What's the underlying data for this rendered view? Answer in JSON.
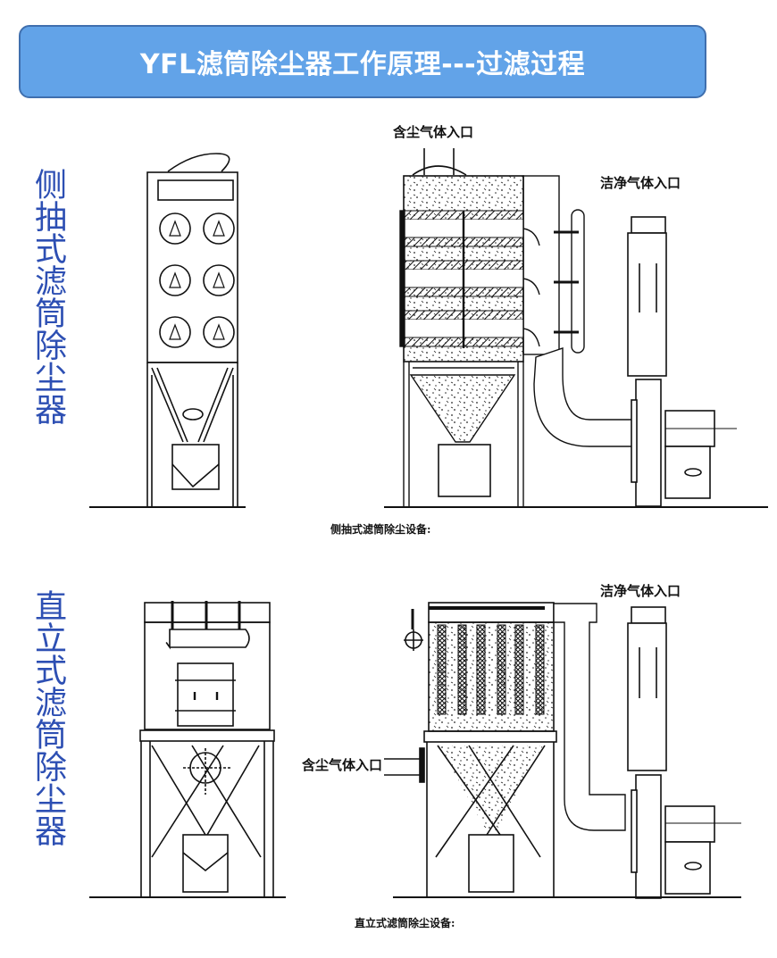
{
  "header": {
    "title": "YFL滤筒除尘器工作原理---过滤过程",
    "colors": {
      "banner_fill": "#62a3e8",
      "banner_border": "#3f6fae",
      "title_text": "#ffffff",
      "side_label": "#2d4fb3"
    }
  },
  "sections": [
    {
      "id": "side-draw",
      "side_label": "侧抽式滤筒除尘器",
      "caption": "侧抽式滤筒除尘设备:",
      "annotations": {
        "dusty_gas_inlet": "含尘气体入口",
        "clean_gas_inlet": "洁净气体入口"
      }
    },
    {
      "id": "vertical",
      "side_label": "直立式滤筒除尘器",
      "caption": "直立式滤筒除尘设备:",
      "annotations": {
        "dusty_gas_inlet": "含尘气体入口",
        "clean_gas_inlet": "洁净气体入口"
      }
    }
  ]
}
